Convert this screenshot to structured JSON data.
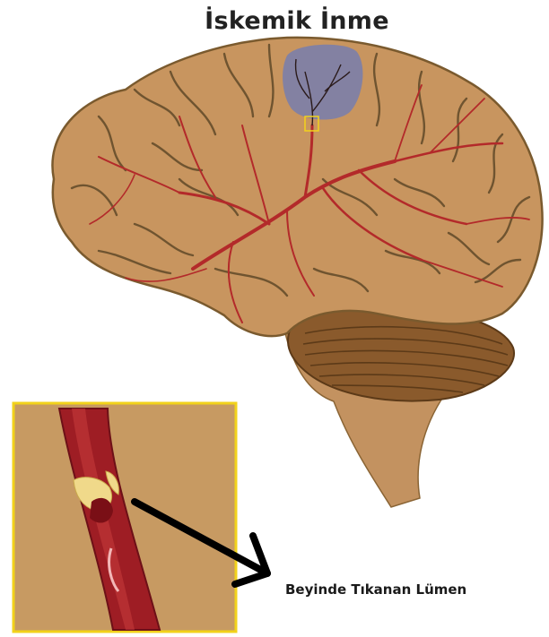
{
  "title": "İskemik İnme",
  "annotation": "Beyinde Tıkanan Lümen",
  "colors": {
    "brain": "#c8955f",
    "brain_outline": "#7a5a2e",
    "sulcus": "#6f5430",
    "artery": "#b32a2a",
    "ischemic_area": "#7d7fa8",
    "cerebellum": "#8a5a2c",
    "brainstem": "#c39260",
    "inset_border": "#f2d21b",
    "inset_background": "#c79a62",
    "vessel": "#9e1d24",
    "plaque": "#f0d98a",
    "arrow": "#000000"
  },
  "icons": [
    "brain-illustration",
    "blood-vessel-clot",
    "pointer-arrow"
  ]
}
